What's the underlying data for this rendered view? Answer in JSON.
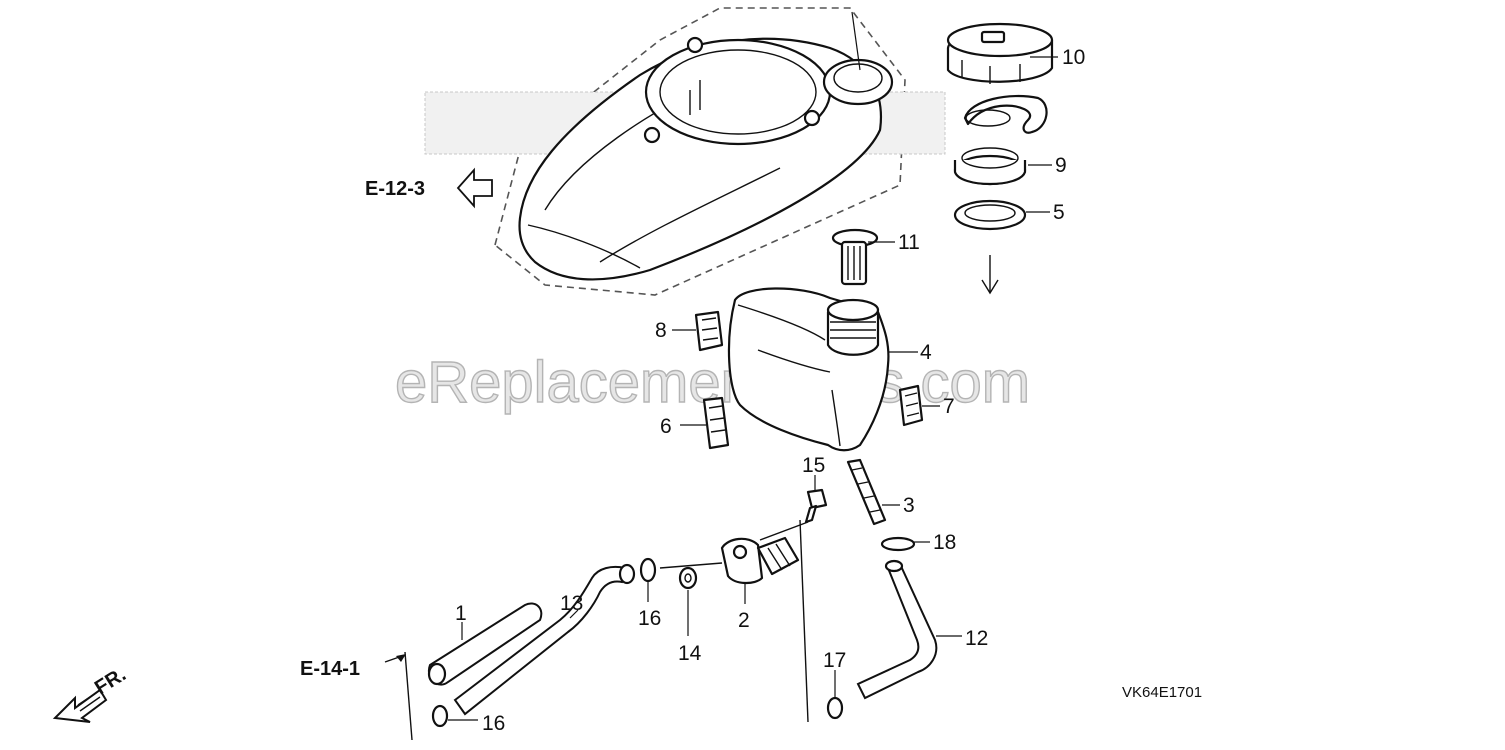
{
  "diagram": {
    "watermark": "eReplacementParts.com",
    "drawing_code": "VK64E1701",
    "refs": {
      "e12_3": "E-12-3",
      "e14_1": "E-14-1",
      "fr": "FR."
    },
    "callouts": {
      "c1": "1",
      "c2": "2",
      "c3": "3",
      "c4": "4",
      "c5": "5",
      "c6": "6",
      "c7": "7",
      "c8": "8",
      "c9": "9",
      "c10": "10",
      "c11": "11",
      "c12": "12",
      "c13": "13",
      "c14": "14",
      "c15": "15",
      "c16a": "16",
      "c16b": "16",
      "c17": "17",
      "c18": "18"
    }
  }
}
